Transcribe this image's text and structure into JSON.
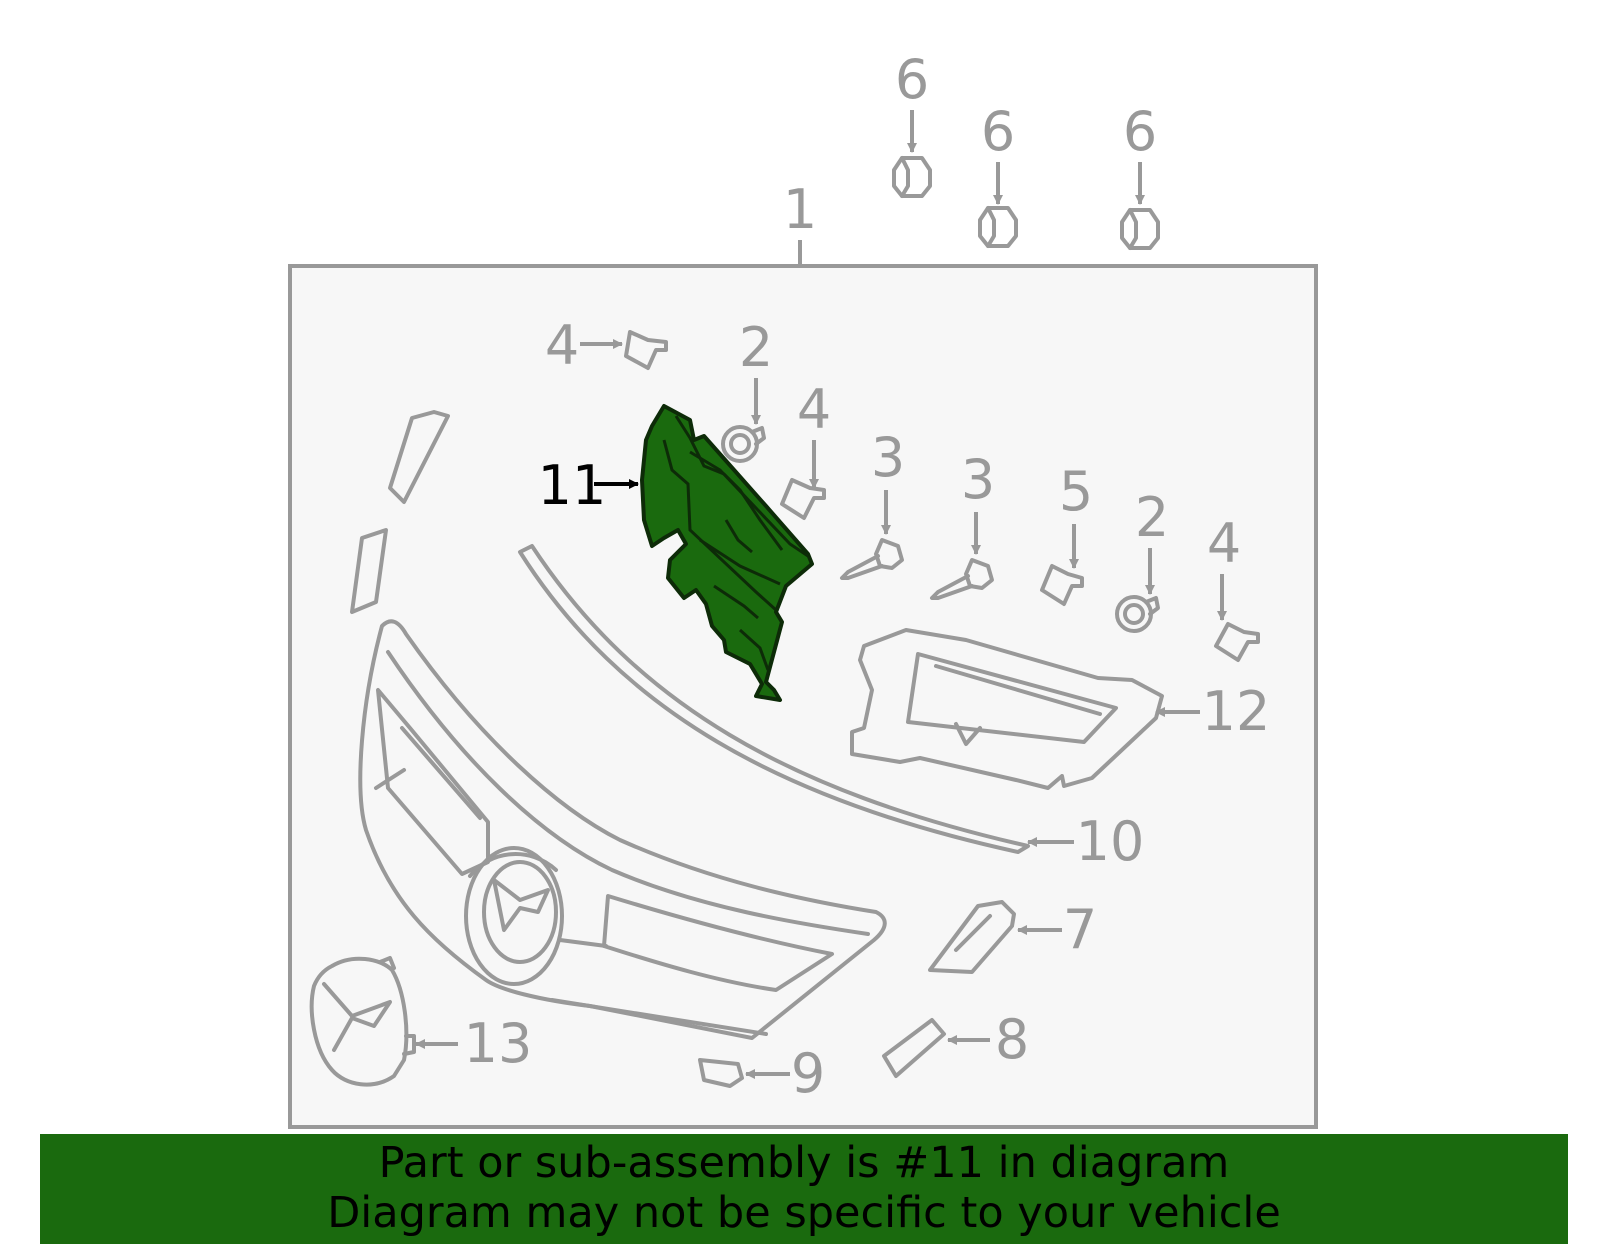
{
  "colors": {
    "highlight": "#1a6a0e",
    "line": "#999999",
    "frame_bg": "#f7f7f7",
    "banner_bg": "#1a6a0e"
  },
  "highlighted_part": "11",
  "callouts": {
    "c1": "1",
    "c2a": "2",
    "c2b": "2",
    "c3a": "3",
    "c3b": "3",
    "c4a": "4",
    "c4b": "4",
    "c4c": "4",
    "c5": "5",
    "c6a": "6",
    "c6b": "6",
    "c6c": "6",
    "c7": "7",
    "c8": "8",
    "c9": "9",
    "c10": "10",
    "c11": "11",
    "c12": "12",
    "c13": "13"
  },
  "banner": {
    "line1": "Part or sub-assembly is #11 in diagram",
    "line2": "Diagram may not be specific to your vehicle"
  }
}
